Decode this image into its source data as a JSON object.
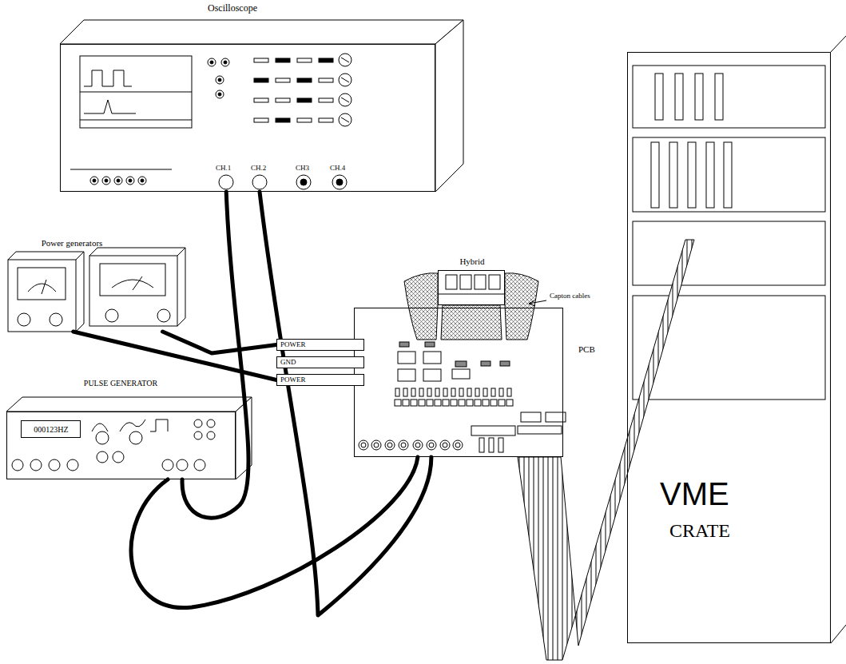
{
  "diagram": {
    "nodes": [
      {
        "text": [
          "Oscilloscope"
        ]
      },
      {
        "text": [
          "Power generators"
        ]
      },
      {
        "text": [
          "PULSE GENERATOR"
        ]
      },
      {
        "text": [
          "000123HZ"
        ],
        "in": 2
      },
      {
        "text": [
          "Hybrid"
        ]
      },
      {
        "text": [
          "PCB"
        ]
      },
      {
        "text": [
          "POWER"
        ],
        "in": 5
      },
      {
        "text": [
          "GND"
        ],
        "in": 5
      },
      {
        "text": [
          "POWER"
        ],
        "in": 5
      },
      {
        "text": [
          "VME",
          "CRATE"
        ]
      }
    ],
    "edges": [
      {
        "from": 1,
        "to": 6,
        "arrow": "none"
      },
      {
        "from": 1,
        "to": 8,
        "arrow": "none"
      },
      {
        "from": 0,
        "to": 2,
        "arrow": "none"
      },
      {
        "from": 0,
        "to": 5,
        "arrow": "none"
      },
      {
        "from": 2,
        "to": 5,
        "arrow": "none"
      },
      {
        "from": 5,
        "to": 9,
        "arrow": "none"
      },
      {
        "from": 4,
        "to": 5,
        "arrow": "none"
      }
    ],
    "labels": [
      "CH.1",
      "CH.2",
      "CH3",
      "CH.4",
      "Capton cables"
    ]
  }
}
